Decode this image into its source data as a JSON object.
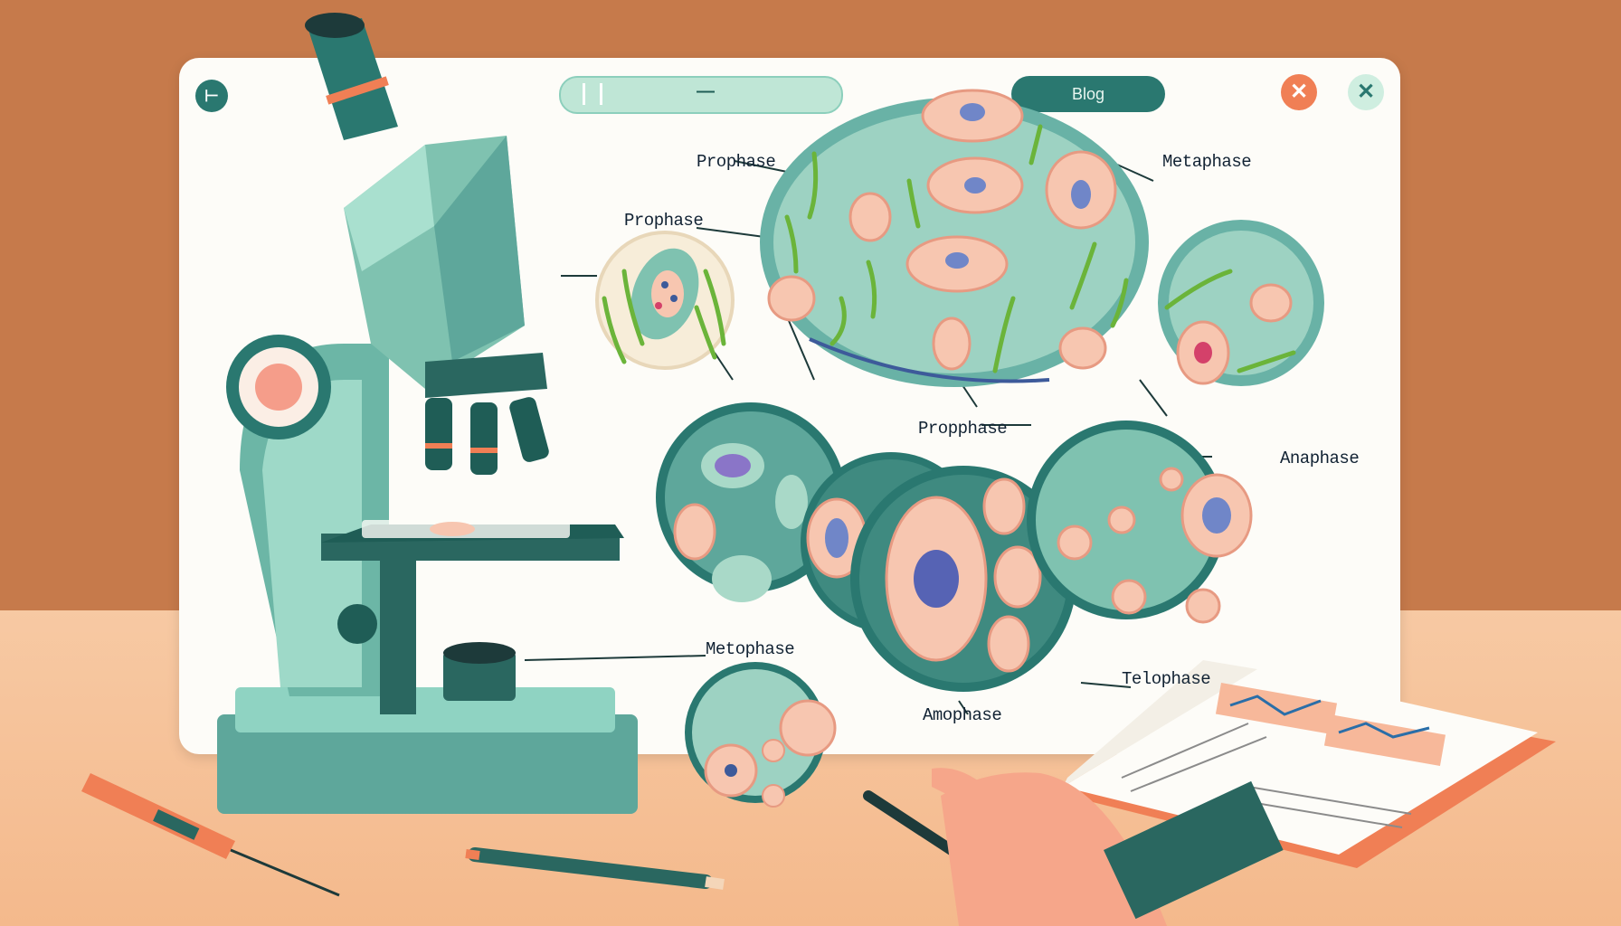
{
  "window": {
    "logo_glyph": "⊢",
    "search_dash": "—",
    "blog_label": "Blog",
    "close_glyph": "✕",
    "close2_glyph": "✕"
  },
  "labels": {
    "prophase_top": "Prophase",
    "prophase_left": "Prophase",
    "prophase_mid": "Propphase",
    "metaphase_top": "Metaphase",
    "anaphase_right": "Anaphase",
    "metaphase_bottom": "Metophase",
    "telophase": "Telophase",
    "amophase": "Amophase"
  },
  "colors": {
    "wall": "#c67a4b",
    "desk": "#f4b98c",
    "teal_dark": "#2a7870",
    "teal_light": "#8fd3c2",
    "accent_orange": "#f07f55",
    "cell_pink": "#f7c6b0"
  }
}
